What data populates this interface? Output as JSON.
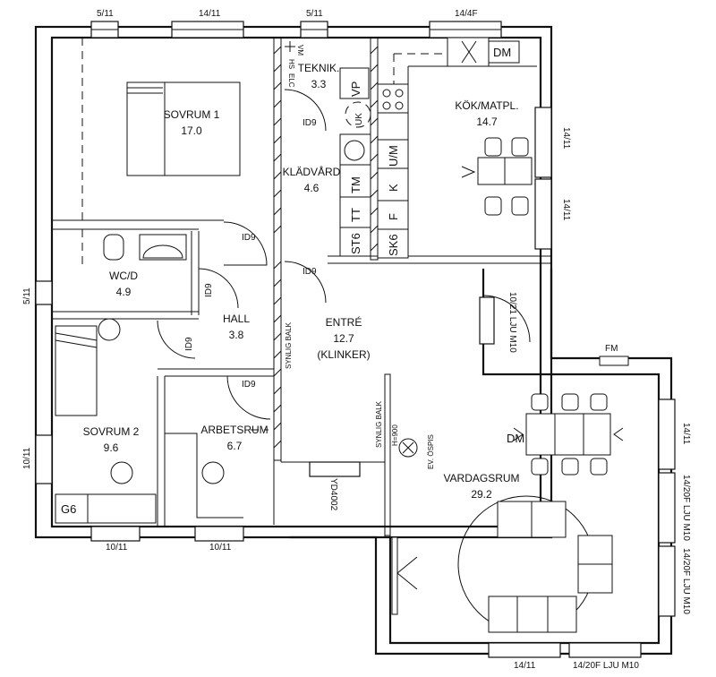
{
  "rooms": {
    "sovrum1": {
      "name": "SOVRUM 1",
      "area": "17.0"
    },
    "teknik": {
      "name": "TEKNIK.",
      "area": "3.3"
    },
    "kok": {
      "name": "KÖK/MATPL.",
      "area": "14.7"
    },
    "kladvard": {
      "name": "KLÄDVÅRD",
      "area": "4.6"
    },
    "wcd": {
      "name": "WC/D",
      "area": "4.9"
    },
    "hall": {
      "name": "HALL",
      "area": "3.8"
    },
    "entre": {
      "name": "ENTRÉ",
      "area": "12.7",
      "note": "(KLINKER)"
    },
    "sovrum2": {
      "name": "SOVRUM 2",
      "area": "9.6"
    },
    "arbetsrum": {
      "name": "ARBETSRUM",
      "area": "6.7"
    },
    "vardagsrum": {
      "name": "VARDAGSRUM",
      "area": "29.2"
    }
  },
  "windows": {
    "top1": "5/11",
    "top2": "14/11",
    "top3": "5/11",
    "top4": "14/4F",
    "left_wc": "5/11",
    "left_sov2": "10/11",
    "bottom1": "10/11",
    "bottom2": "10/11",
    "kok1": "14/11",
    "kok2": "14/11",
    "entre_door": "10/21 LJU M10",
    "vard_right1": "14/11",
    "vard_right2": "14/20F LJU M10",
    "vard_right3": "14/20F LJU M10",
    "vard_bottom1": "14/11",
    "vard_bottom2": "14/20F LJU M10"
  },
  "doors": {
    "id9": "ID9",
    "front": "YD4002"
  },
  "fixtures": {
    "dm_kok": "DM",
    "dm_vard": "DM",
    "vp": "VP",
    "uk": "UK",
    "um": "U/M",
    "tm": "TM",
    "k": "K",
    "tt": "TT",
    "f": "F",
    "st6": "ST6",
    "sk6": "SK6",
    "g6": "G6",
    "fm": "FM",
    "vm": "VM",
    "elc": "ELC",
    "hs": "HS"
  },
  "annotations": {
    "synlig_balk": "SYNLIG BALK",
    "h900": "H=900",
    "ospis": "EV. ÖSPIS"
  }
}
